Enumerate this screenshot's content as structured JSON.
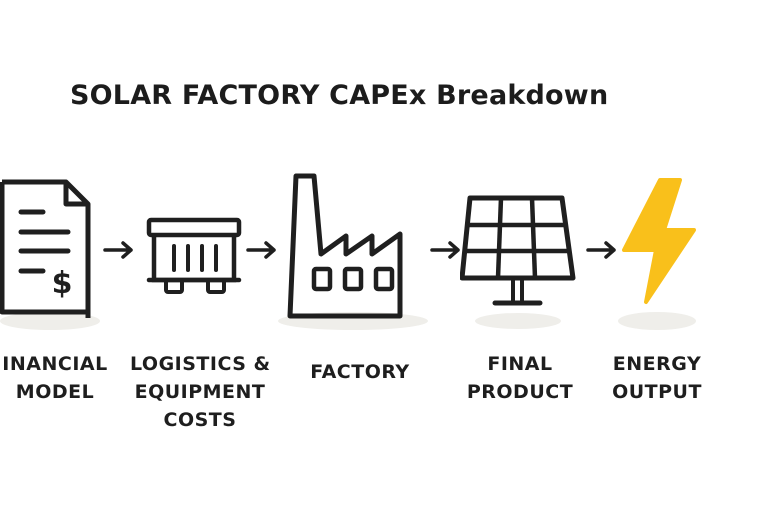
{
  "title": "SOLAR FACTORY CAPEx Breakdown",
  "steps": [
    {
      "icon": "document-dollar-icon",
      "label_lines": [
        "INANCIAL",
        "MODEL"
      ]
    },
    {
      "icon": "shipping-container-icon",
      "label_lines": [
        "LOGISTICS &",
        "EQUIPMENT",
        "COSTS"
      ]
    },
    {
      "icon": "factory-icon",
      "label_lines": [
        "FACTORY"
      ]
    },
    {
      "icon": "solar-panel-icon",
      "label_lines": [
        "FINAL",
        "PRODUCT"
      ]
    },
    {
      "icon": "lightning-bolt-icon",
      "label_lines": [
        "ENERGY",
        "OUTPUT"
      ]
    }
  ],
  "colors": {
    "stroke": "#1f1f1f",
    "bolt": "#f9c01b",
    "shadow": "#efeeea"
  }
}
